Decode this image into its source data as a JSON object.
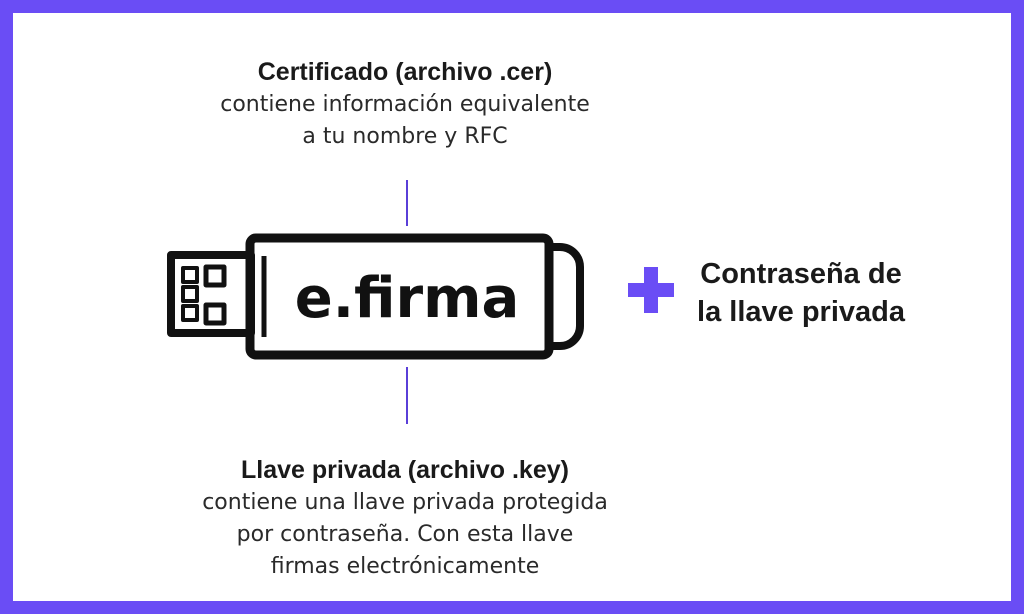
{
  "certificate": {
    "title": "Certificado (archivo .cer)",
    "lines": [
      "contiene información equivalente",
      "a tu nombre y RFC"
    ]
  },
  "usb": {
    "label": "e.firma"
  },
  "plus": {
    "symbol": "+"
  },
  "password": {
    "lines": [
      "Contraseña de",
      "la llave privada"
    ]
  },
  "private_key": {
    "title": "Llave privada (archivo .key)",
    "lines": [
      "contiene una llave privada protegida",
      "por contraseña. Con esta llave",
      "firmas electrónicamente"
    ]
  },
  "colors": {
    "frame": "#6a4df5",
    "accent": "#6a4df5",
    "text": "#1a1a1a"
  },
  "icons": {
    "usb": "usb-drive-icon",
    "plus": "plus-icon"
  }
}
